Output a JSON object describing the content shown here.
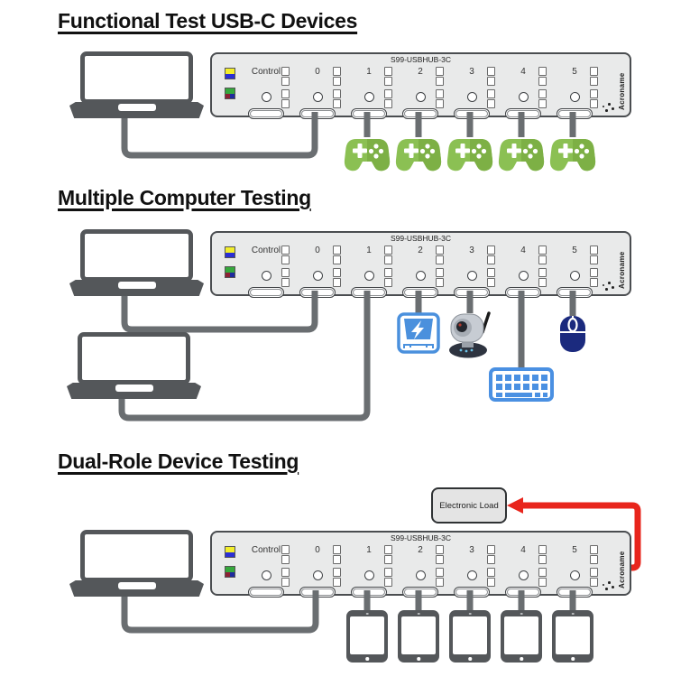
{
  "sections": [
    {
      "title": "Functional Test USB-C Devices",
      "connections": [
        {
          "port": "0",
          "device": "laptop-icon"
        },
        {
          "port": "1",
          "device": "game-controller-icon"
        },
        {
          "port": "2",
          "device": "game-controller-icon"
        },
        {
          "port": "3",
          "device": "game-controller-icon"
        },
        {
          "port": "4",
          "device": "game-controller-icon"
        },
        {
          "port": "5",
          "device": "game-controller-icon"
        }
      ]
    },
    {
      "title": "Multiple Computer Testing",
      "connections": [
        {
          "port": "0",
          "device": "laptop-icon"
        },
        {
          "port": "1",
          "device": "laptop-icon"
        },
        {
          "port": "2",
          "device": "usb-drive-icon"
        },
        {
          "port": "3",
          "device": "ip-camera-icon"
        },
        {
          "port": "4",
          "device": "keyboard-icon"
        },
        {
          "port": "5",
          "device": "mouse-icon"
        }
      ]
    },
    {
      "title": "Dual-Role Device Testing",
      "electronic_load_label": "Electronic Load",
      "connections": [
        {
          "port": "0",
          "device": "laptop-icon"
        },
        {
          "port": "1",
          "device": "tablet-icon"
        },
        {
          "port": "2",
          "device": "tablet-icon"
        },
        {
          "port": "3",
          "device": "tablet-icon"
        },
        {
          "port": "4",
          "device": "tablet-icon"
        },
        {
          "port": "5",
          "device": "tablet-icon"
        },
        {
          "port": "hub-right-edge",
          "device": "electronic-load-box",
          "link": "red-feedback-arrow"
        }
      ]
    }
  ],
  "hub": {
    "model": "S99-USBHUB-3C",
    "brand": "Acroname",
    "port_labels": [
      "Control",
      "0",
      "1",
      "2",
      "3",
      "4",
      "5"
    ]
  },
  "colors": {
    "cable_gray": "#6a6e71",
    "red_arrow": "#e8251c",
    "hub_body": "#e9eaea",
    "device_dark_gray": "#54575a",
    "controller_green": "#8bc053",
    "drive_blue": "#4a90dd",
    "keyboard_blue": "#4a90e2",
    "mouse_navy": "#1b2a7e",
    "led_yellow": "#f2ee2b",
    "led_blue": "#2b2fd5",
    "led_green": "#35a83c",
    "led_maroon": "#8c2135",
    "led_dark_blue": "#1f2a9e"
  }
}
